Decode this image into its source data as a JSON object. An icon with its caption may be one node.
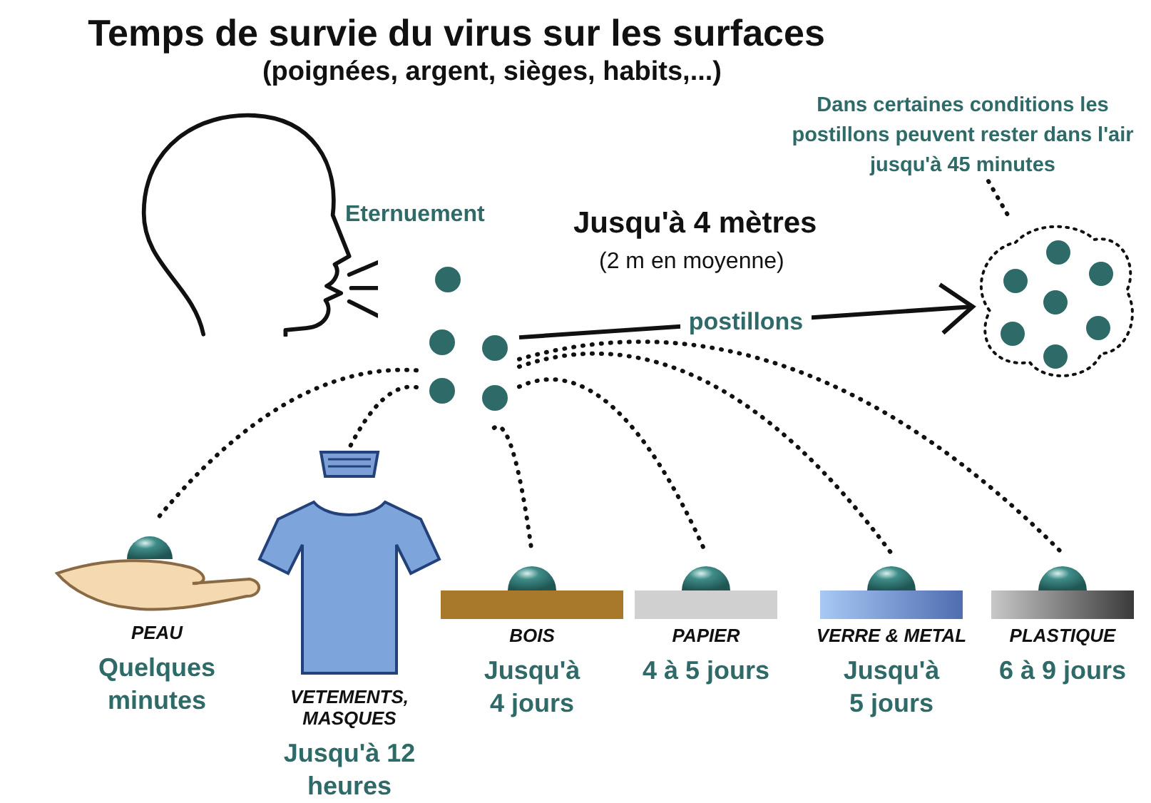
{
  "diagram": {
    "title": "Temps de survie du virus sur les surfaces",
    "nodes": [
      {
        "text": [],
        "shape": "picture"
      },
      {
        "text": [],
        "shape": "circle"
      },
      {
        "text": [],
        "shape": "cloud"
      },
      {
        "text": [
          "Dans certaines conditions les postillons peuvent rester dans l'air jusqu'à 45 minutes"
        ]
      },
      {
        "text": [
          "PEAU",
          "Quelques minutes"
        ]
      },
      {
        "text": [
          "VETEMENTS, MASQUES",
          "Jusqu'à 12 heures"
        ]
      },
      {
        "text": [
          "BOIS",
          "Jusqu'à 4 jours"
        ]
      },
      {
        "text": [
          "PAPIER",
          "4 à 5 jours"
        ]
      },
      {
        "text": [
          "VERRE & METAL",
          "Jusqu'à 5 jours"
        ]
      },
      {
        "text": [
          "PLASTIQUE",
          "6 à 9 jours"
        ]
      }
    ],
    "edges": [
      {
        "from": 1,
        "to": 2,
        "arrow": "to",
        "label": "postillons"
      },
      {
        "from": 3,
        "to": 2,
        "arrow": "none",
        "style": "dashed"
      },
      {
        "from": 1,
        "to": 4,
        "arrow": "none",
        "style": "dashed"
      },
      {
        "from": 1,
        "to": 5,
        "arrow": "none",
        "style": "dashed"
      },
      {
        "from": 1,
        "to": 6,
        "arrow": "none",
        "style": "dashed"
      },
      {
        "from": 1,
        "to": 7,
        "arrow": "none",
        "style": "dashed"
      },
      {
        "from": 1,
        "to": 8,
        "arrow": "none",
        "style": "dashed"
      },
      {
        "from": 1,
        "to": 9,
        "arrow": "none",
        "style": "dashed"
      }
    ],
    "labels": [
      "(poignées, argent, sièges, habits,...)",
      "Eternuement",
      "Jusqu'à 4 mètres",
      "(2 m en moyenne)"
    ]
  }
}
